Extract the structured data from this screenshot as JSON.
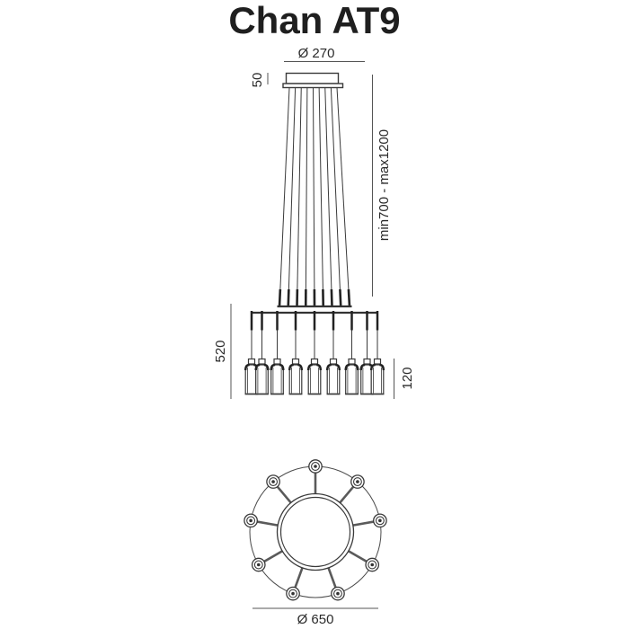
{
  "title": "Chan AT9",
  "product": {
    "name": "Chan AT9",
    "lamp_count": 9
  },
  "colors": {
    "line": "#3a3a3a",
    "dim_line": "#555555",
    "text": "#1f1f1f",
    "accent_dark": "#222222",
    "background": "#ffffff"
  },
  "front_view": {
    "dim_canopy_diameter": "Ø 270",
    "dim_canopy_height": "50",
    "dim_suspension": "min700 - max1200",
    "dim_cluster_height": "520",
    "dim_diffuser_height": "120"
  },
  "plan_view": {
    "dim_overall_diameter": "Ø 650"
  },
  "values_mm": {
    "canopy_diameter": 270,
    "canopy_height": 50,
    "suspension_min": 700,
    "suspension_max": 1200,
    "cluster_height": 520,
    "diffuser_height": 120,
    "overall_diameter": 650
  }
}
